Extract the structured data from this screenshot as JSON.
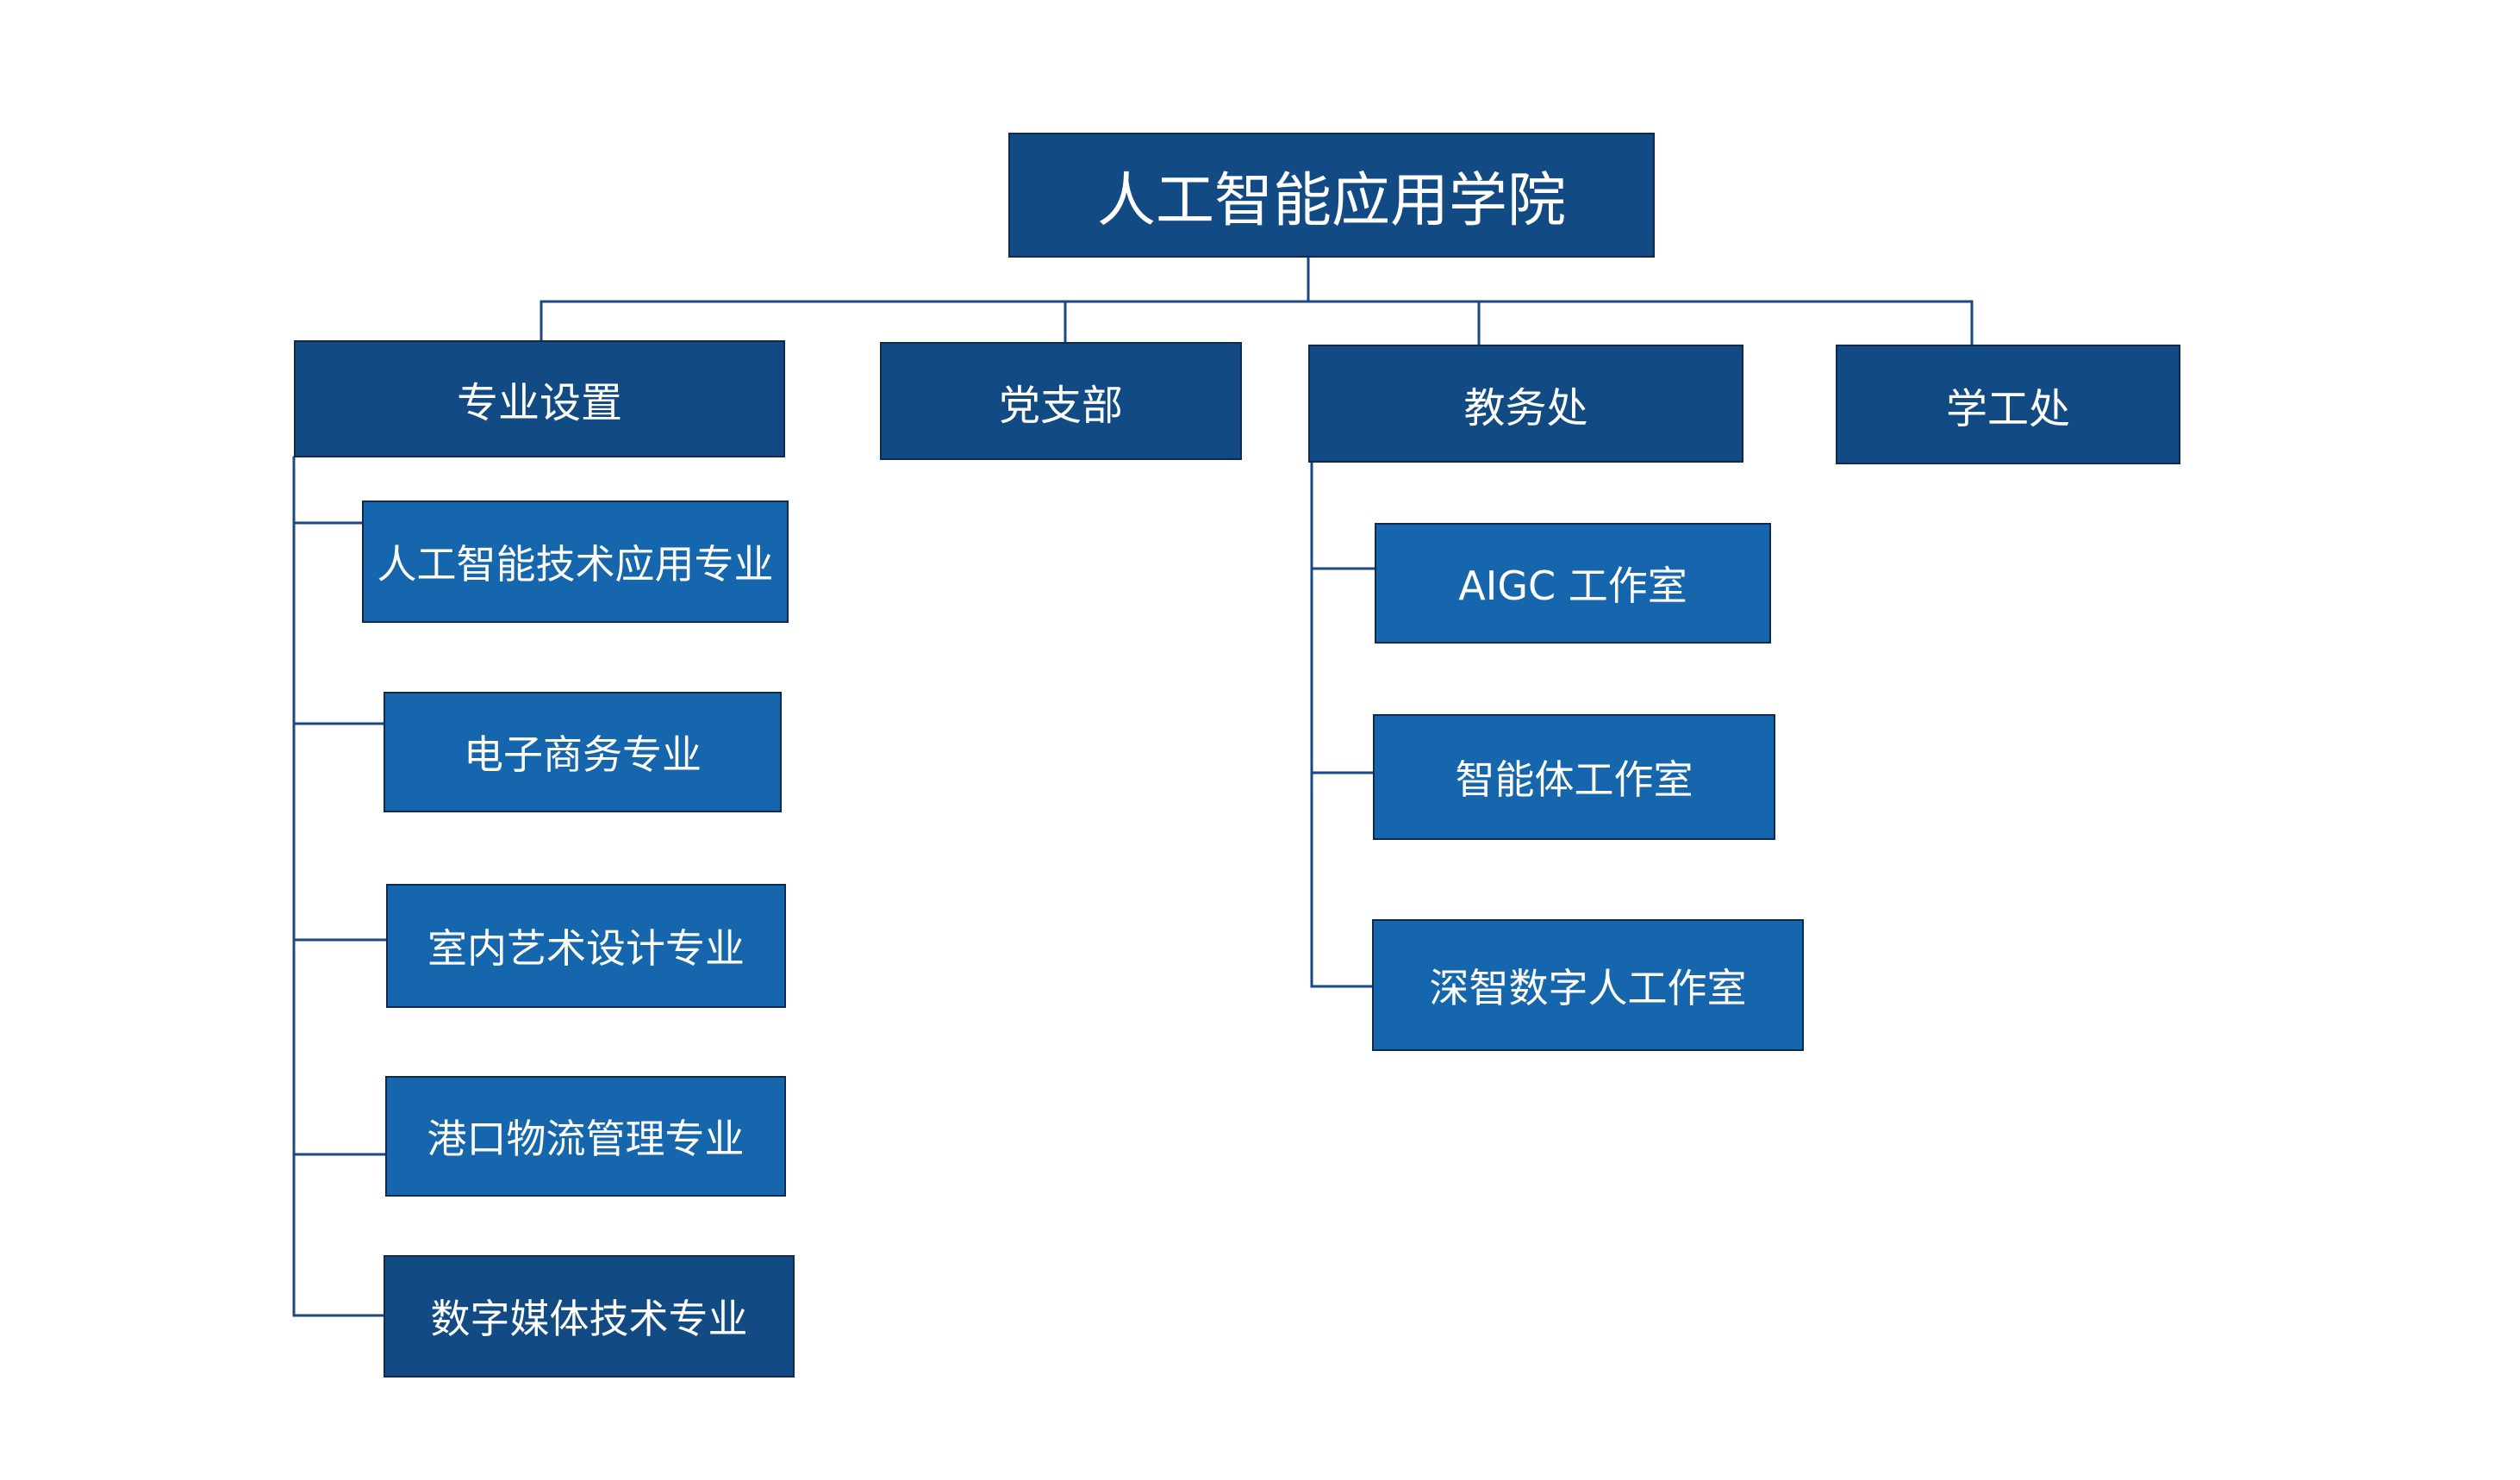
{
  "root": {
    "label": "人工智能应用学院"
  },
  "departments": [
    {
      "label": "专业设置"
    },
    {
      "label": "党支部"
    },
    {
      "label": "教务处"
    },
    {
      "label": "学工处"
    }
  ],
  "majors": [
    "人工智能技术应用专业",
    "电子商务专业",
    "室内艺术设计专业",
    "港口物流管理专业",
    "数字媒体技术专业"
  ],
  "studios": [
    "AIGC 工作室",
    "智能体工作室",
    "深智数字人工作室"
  ],
  "colors": {
    "dark_box": "#124a84",
    "mid_box": "#1566ad",
    "connector": "#1a4a86",
    "border": "#0e2a4f"
  }
}
